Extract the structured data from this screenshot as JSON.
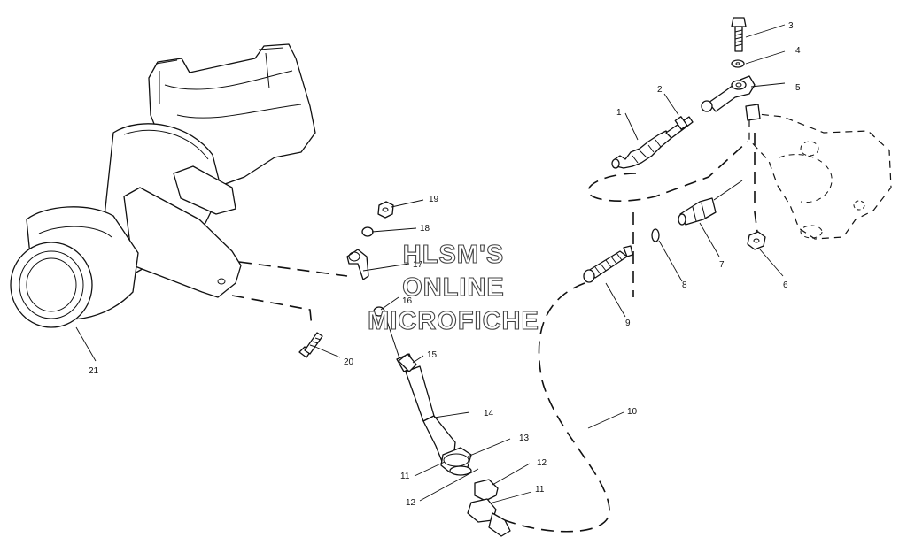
{
  "watermark": {
    "line1": "HLSM'S",
    "line2": "ONLINE",
    "line3": "MICROFICHE"
  },
  "callouts": [
    {
      "id": "c1",
      "label": "1"
    },
    {
      "id": "c2",
      "label": "2"
    },
    {
      "id": "c3",
      "label": "3"
    },
    {
      "id": "c4",
      "label": "4"
    },
    {
      "id": "c5",
      "label": "5"
    },
    {
      "id": "c6",
      "label": "6"
    },
    {
      "id": "c7",
      "label": "7"
    },
    {
      "id": "c8",
      "label": "8"
    },
    {
      "id": "c9",
      "label": "9"
    },
    {
      "id": "c10",
      "label": "10"
    },
    {
      "id": "c11a",
      "label": "11"
    },
    {
      "id": "c11b",
      "label": "11"
    },
    {
      "id": "c12a",
      "label": "12"
    },
    {
      "id": "c12b",
      "label": "12"
    },
    {
      "id": "c13",
      "label": "13"
    },
    {
      "id": "c14",
      "label": "14"
    },
    {
      "id": "c15",
      "label": "15"
    },
    {
      "id": "c16",
      "label": "16"
    },
    {
      "id": "c17",
      "label": "17"
    },
    {
      "id": "c18",
      "label": "18"
    },
    {
      "id": "c19",
      "label": "19"
    },
    {
      "id": "c20",
      "label": "20"
    },
    {
      "id": "c21",
      "label": "21"
    }
  ]
}
